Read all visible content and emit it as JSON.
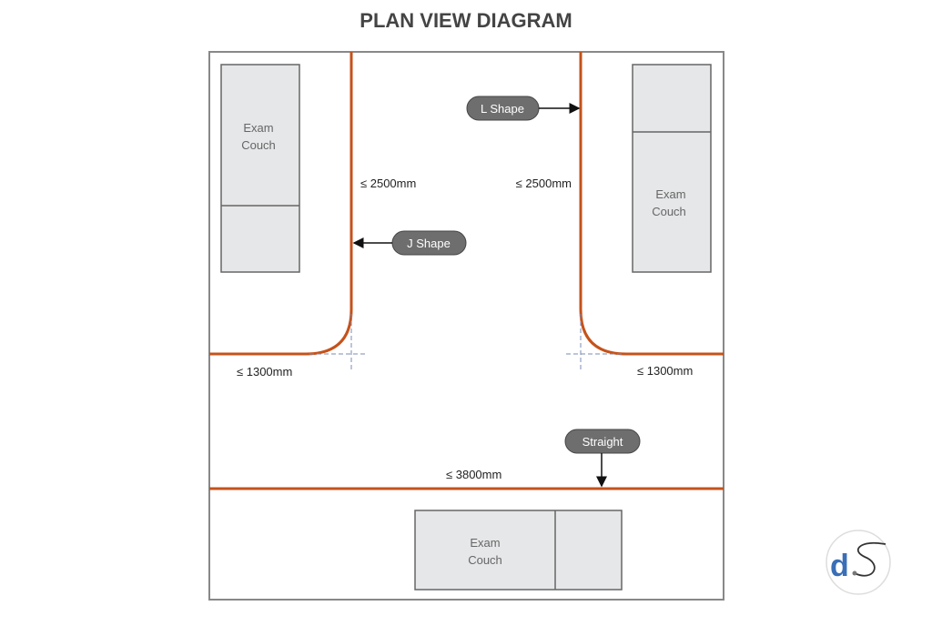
{
  "title": "PLAN VIEW DIAGRAM",
  "couches": {
    "left": {
      "line1": "Exam",
      "line2": "Couch"
    },
    "right": {
      "line1": "Exam",
      "line2": "Couch"
    },
    "bottom": {
      "line1": "Exam",
      "line2": "Couch"
    }
  },
  "dimensions": {
    "left_vertical": "≤ 2500mm",
    "right_vertical": "≤ 2500mm",
    "left_horizontal": "≤ 1300mm",
    "right_horizontal": "≤ 1300mm",
    "straight": "≤ 3800mm"
  },
  "callouts": {
    "l_shape": "L Shape",
    "j_shape": "J Shape",
    "straight": "Straight"
  },
  "logo": {
    "text": "ds"
  },
  "colors": {
    "wall": "#c5521a",
    "pill": "#6e6e6e",
    "couch": "#e6e7e8",
    "logo_blue": "#3a6fb7"
  }
}
